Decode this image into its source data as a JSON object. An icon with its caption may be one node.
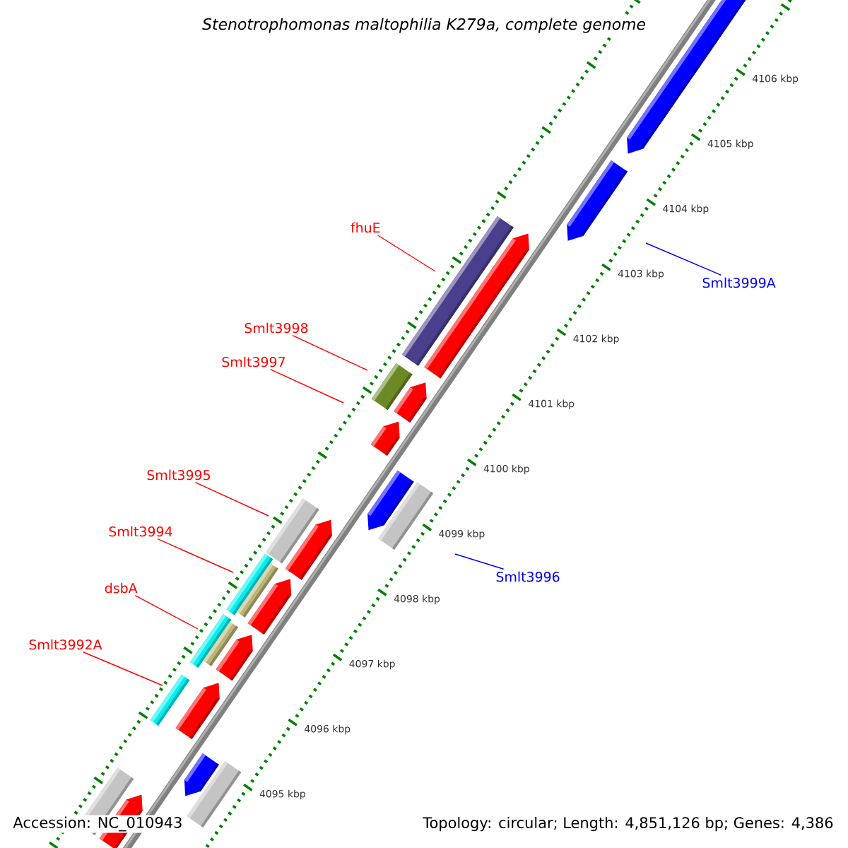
{
  "diagram": {
    "title": "Stenotrophomonas maltophilia K279a, complete genome",
    "nodes": [
      {
        "text": [
          "fhuE"
        ]
      },
      {
        "text": [
          "Smlt3999A"
        ]
      },
      {
        "text": [
          "Smlt3998"
        ]
      },
      {
        "text": [
          "Smlt3997"
        ]
      },
      {
        "text": [
          "Smlt3995"
        ]
      },
      {
        "text": [
          "Smlt3994"
        ]
      },
      {
        "text": [
          "Smlt3996"
        ]
      },
      {
        "text": [
          "dsbA"
        ]
      },
      {
        "text": [
          "Smlt3992A"
        ]
      }
    ],
    "edges": [
      {
        "from": 0,
        "to": null,
        "arrow": "none"
      },
      {
        "from": 1,
        "to": null,
        "arrow": "none",
        "color": "#0000ff"
      },
      {
        "from": 2,
        "to": null,
        "arrow": "none"
      },
      {
        "from": 3,
        "to": null,
        "arrow": "none"
      },
      {
        "from": 4,
        "to": null,
        "arrow": "none"
      },
      {
        "from": 5,
        "to": null,
        "arrow": "none"
      },
      {
        "from": 6,
        "to": null,
        "arrow": "none",
        "color": "#0000ff"
      },
      {
        "from": 7,
        "to": null,
        "arrow": "none"
      },
      {
        "from": 8,
        "to": null,
        "arrow": "none"
      }
    ],
    "labels": [
      "4106 kbp",
      "4105 kbp",
      "4104 kbp",
      "4103 kbp",
      "4102 kbp",
      "4101 kbp",
      "4100 kbp",
      "4099 kbp",
      "4098 kbp",
      "4097 kbp",
      "4096 kbp",
      "4095 kbp",
      "Accession: NC_010943",
      "Topology: circular; Length: 4,851,126 bp; Genes: 4,386"
    ]
  }
}
